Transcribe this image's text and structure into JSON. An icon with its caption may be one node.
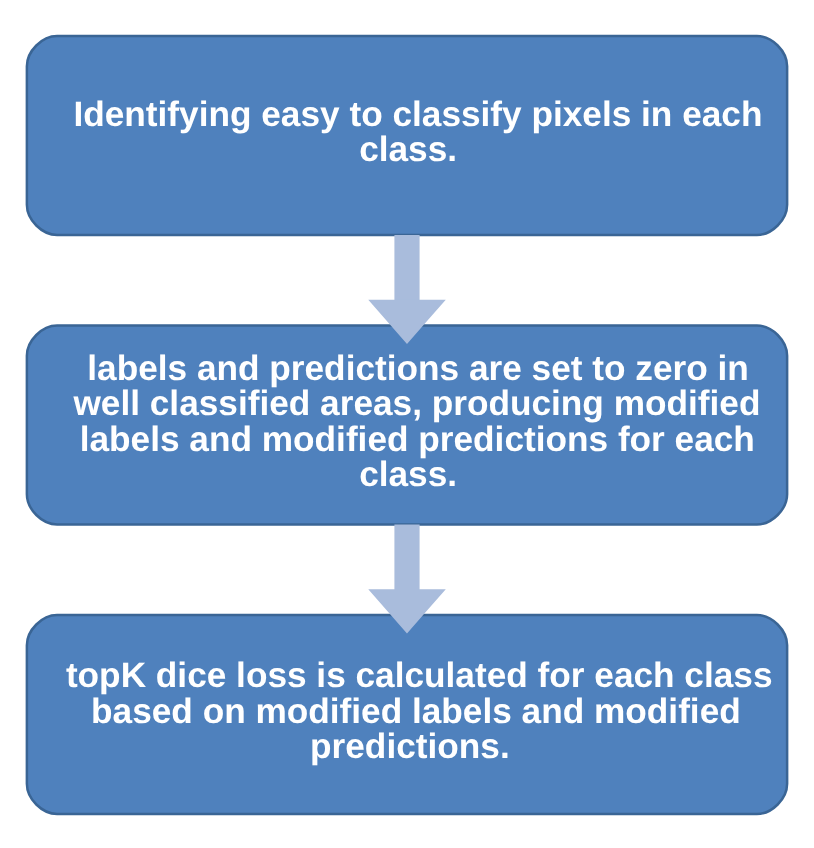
{
  "diagram": {
    "nodes": [
      {
        "text": [
          "Identifying easy to classify pixels in each class."
        ]
      },
      {
        "text": [
          "labels and predictions are set to zero in well classified areas, producing modified labels and modified predictions for each class."
        ]
      },
      {
        "text": [
          "topK dice loss is calculated for each class based on modified labels and modified predictions."
        ]
      }
    ],
    "edges": [
      {
        "from": 0,
        "to": 1,
        "arrow": "to"
      },
      {
        "from": 1,
        "to": 2,
        "arrow": "to"
      }
    ]
  }
}
